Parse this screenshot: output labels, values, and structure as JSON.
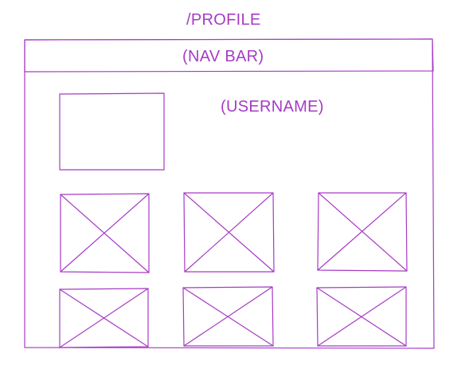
{
  "route_label": "/PROFILE",
  "nav_bar_label": "(NAV BAR)",
  "username_label": "(USERNAME)",
  "image_placeholders": {
    "count": 6,
    "icon": "crossed-box-image-placeholder-icon"
  },
  "colors": {
    "stroke": "#a63bc4",
    "text": "#a63bc4",
    "background": "#ffffff"
  }
}
